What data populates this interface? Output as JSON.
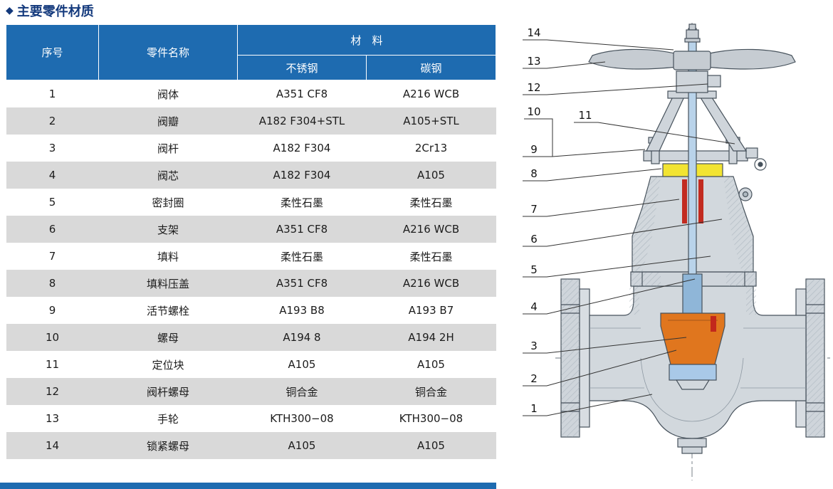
{
  "page": {
    "bullet": "◆",
    "title": "主要零件材质"
  },
  "table": {
    "headers": {
      "no": "序号",
      "name": "零件名称",
      "material": "材　料",
      "stainless": "不锈钢",
      "carbon": "碳钢"
    },
    "rows": [
      {
        "no": "1",
        "name": "阀体",
        "stainless": "A351 CF8",
        "carbon": "A216 WCB"
      },
      {
        "no": "2",
        "name": "阀瓣",
        "stainless": "A182 F304+STL",
        "carbon": "A105+STL"
      },
      {
        "no": "3",
        "name": "阀杆",
        "stainless": "A182 F304",
        "carbon": "2Cr13"
      },
      {
        "no": "4",
        "name": "阀芯",
        "stainless": "A182 F304",
        "carbon": "A105"
      },
      {
        "no": "5",
        "name": "密封圈",
        "stainless": "柔性石墨",
        "carbon": "柔性石墨"
      },
      {
        "no": "6",
        "name": "支架",
        "stainless": "A351 CF8",
        "carbon": "A216 WCB"
      },
      {
        "no": "7",
        "name": "填料",
        "stainless": "柔性石墨",
        "carbon": "柔性石墨"
      },
      {
        "no": "8",
        "name": "填料压盖",
        "stainless": "A351 CF8",
        "carbon": "A216 WCB"
      },
      {
        "no": "9",
        "name": "活节螺栓",
        "stainless": "A193 B8",
        "carbon": "A193 B7"
      },
      {
        "no": "10",
        "name": "螺母",
        "stainless": "A194 8",
        "carbon": "A194 2H"
      },
      {
        "no": "11",
        "name": "定位块",
        "stainless": "A105",
        "carbon": "A105"
      },
      {
        "no": "12",
        "name": "阀杆螺母",
        "stainless": "铜合金",
        "carbon": "铜合金"
      },
      {
        "no": "13",
        "name": "手轮",
        "stainless": "KTH300−08",
        "carbon": "KTH300−08"
      },
      {
        "no": "14",
        "name": "锁紧螺母",
        "stainless": "A105",
        "carbon": "A105"
      }
    ]
  },
  "diagram": {
    "labels": [
      "14",
      "13",
      "12",
      "10",
      "11",
      "9",
      "8",
      "7",
      "6",
      "5",
      "4",
      "3",
      "2",
      "1"
    ]
  },
  "colors": {
    "header_bg": "#1e6bb0",
    "row_alt": "#d9d9d9",
    "title_text": "#13397c",
    "disc_orange": "#e0761e",
    "gland_yellow": "#f2e432",
    "packing_red": "#c22b20",
    "stem_blue": "#b9d3ea"
  }
}
